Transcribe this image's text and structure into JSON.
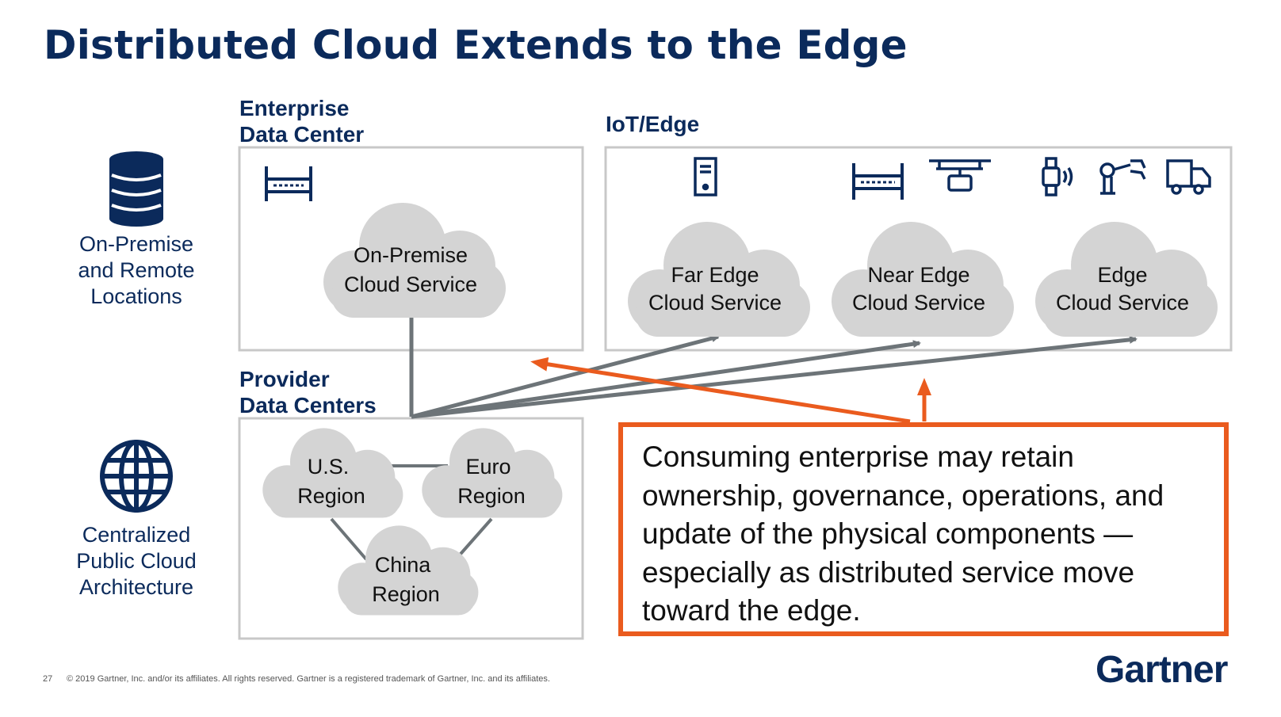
{
  "slide": {
    "title": "Distributed Cloud Extends to the Edge",
    "page_number": "27",
    "copyright": "© 2019 Gartner, Inc. and/or its affiliates. All rights reserved. Gartner is a registered trademark of Gartner, Inc. and its affiliates.",
    "logo_text": "Gartner"
  },
  "left_labels": {
    "on_premise": [
      "On-Premise",
      "and Remote",
      "Locations"
    ],
    "centralized": [
      "Centralized",
      "Public Cloud",
      "Architecture"
    ]
  },
  "sections": {
    "enterprise": [
      "Enterprise",
      "Data Center"
    ],
    "iot": "IoT/Edge",
    "provider": [
      "Provider",
      "Data Centers"
    ]
  },
  "clouds": {
    "on_premise": [
      "On-Premise",
      "Cloud Service"
    ],
    "far_edge": [
      "Far Edge",
      "Cloud Service"
    ],
    "near_edge": [
      "Near Edge",
      "Cloud Service"
    ],
    "edge": [
      "Edge",
      "Cloud Service"
    ],
    "us": [
      "U.S.",
      "Region"
    ],
    "euro": [
      "Euro",
      "Region"
    ],
    "china": [
      "China",
      "Region"
    ]
  },
  "callout": {
    "text": "Consuming enterprise may retain ownership, governance, operations, and update of the physical components — especially as distributed service move toward the edge."
  },
  "icons": [
    "database-icon",
    "globe-icon",
    "server-rack-icon",
    "tower-server-icon",
    "drone-icon",
    "smartwatch-icon",
    "robot-arm-icon",
    "truck-icon"
  ],
  "colors": {
    "navy": "#0b2a5b",
    "accent_orange": "#ea5b1e",
    "cloud_gray": "#d4d4d4",
    "connector_gray": "#6d7478",
    "box_border": "#c8c8c8"
  }
}
